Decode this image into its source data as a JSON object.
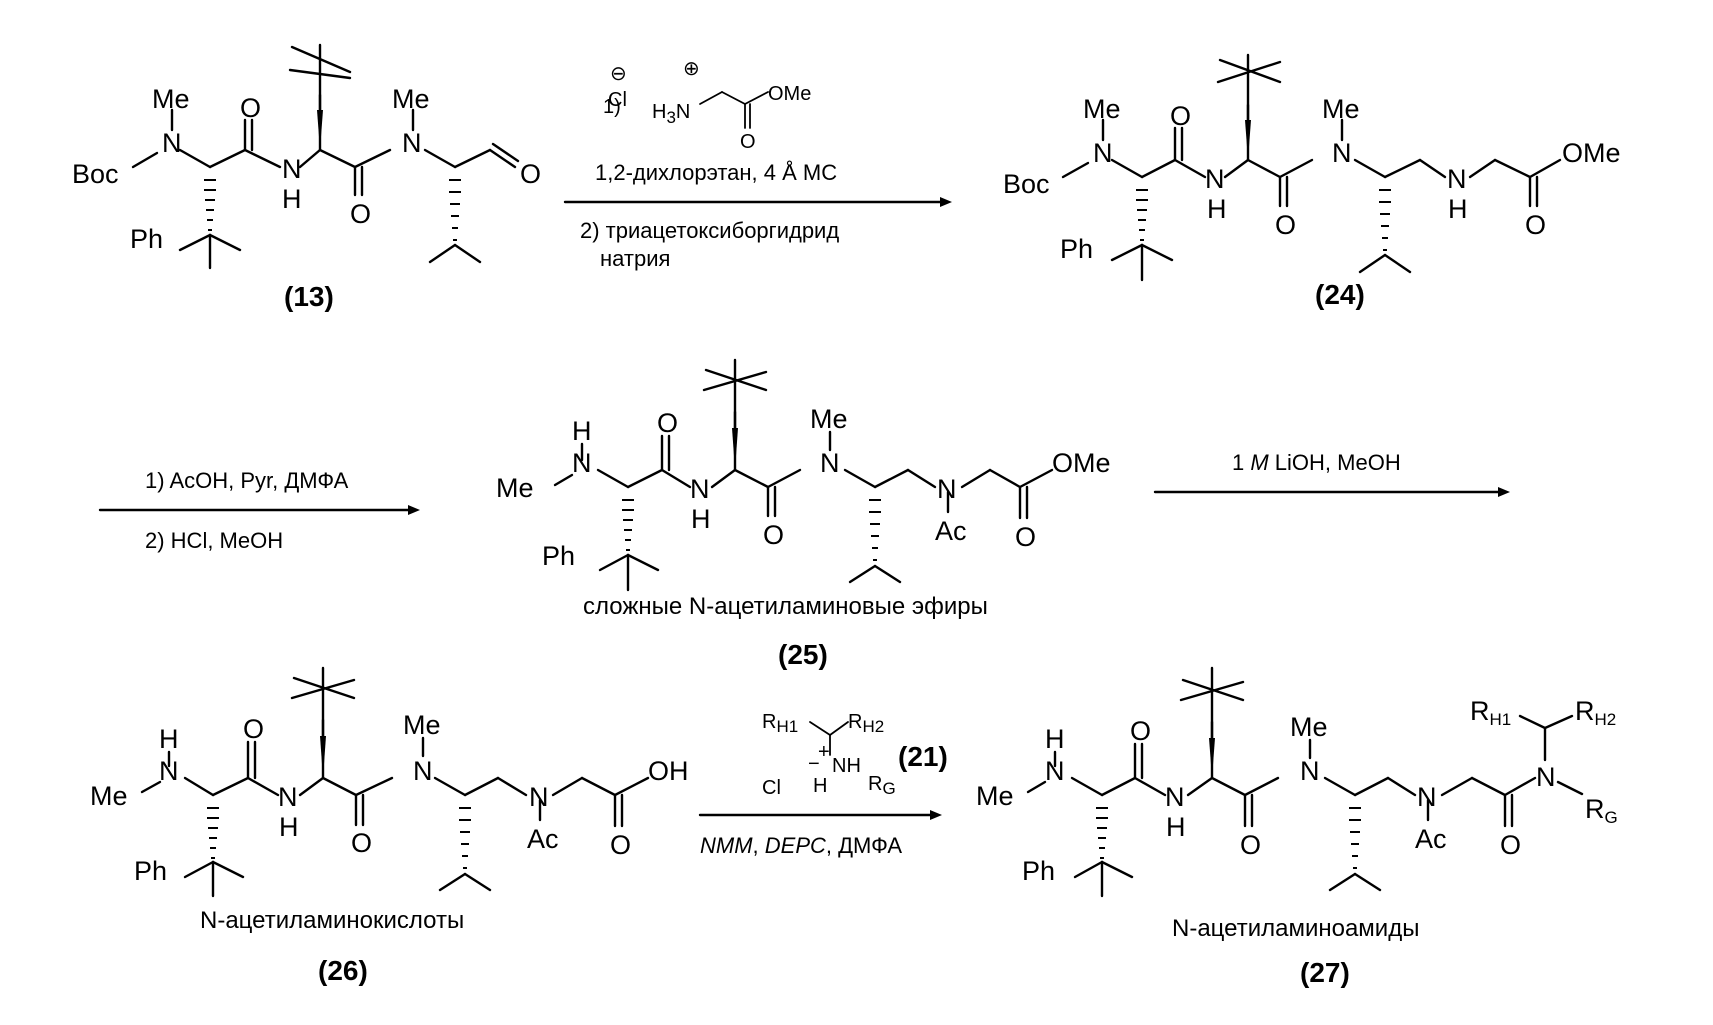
{
  "colors": {
    "ink": "#000000",
    "background": "#ffffff"
  },
  "compounds": {
    "c13": {
      "number": "(13)"
    },
    "c24": {
      "number": "(24)"
    },
    "c25": {
      "number": "(25)",
      "caption": "сложные N-ацетиламиновые эфиры"
    },
    "c26": {
      "number": "(26)",
      "caption": "N-ацетиламинокислоты"
    },
    "c27": {
      "number": "(27)",
      "caption": "N-ацетиламиноамиды"
    }
  },
  "atoms": {
    "me": "Me",
    "n": "N",
    "h": "H",
    "o": "O",
    "boc": "Boc",
    "ph": "Ph",
    "ome": "OMe",
    "ac": "Ac",
    "oh": "OH",
    "rg": "R",
    "rg_sub": "G",
    "rh1": "R",
    "rh1_sub": "H1",
    "rh2": "R",
    "rh2_sub": "H2"
  },
  "reagent1": {
    "step1": "1)",
    "cl": "Cl",
    "minus": "⊖",
    "plus": "⊕",
    "h3n": "H",
    "h3n_sub": "3",
    "h3n_n": "N",
    "o": "O",
    "ome": "OMe",
    "solvent": "1,2-дихлорэтан,  4 Å МС",
    "step2_line1": "2)  триацетоксиборгидрид",
    "step2_line2": "натрия"
  },
  "reagent2": {
    "line1": "1) AcOH, Pyr,  ДМФА",
    "line2": "2) HCl, MeOH"
  },
  "reagent3": {
    "pre": "1 ",
    "m": "M",
    "post": " LiOH, MeOH"
  },
  "reagent4": {
    "number": "(21)",
    "cl": "Cl",
    "minus": "−",
    "plus": "+",
    "nh": "NH",
    "h": "H",
    "rh1": "R",
    "rh1_sub": "H1",
    "rh2": "R",
    "rh2_sub": "H2",
    "rg": "R",
    "rg_sub": "G",
    "nmm": "NMM",
    "sep1": ", ",
    "depc": "DEPC",
    "sep2": ", ДМФА"
  }
}
